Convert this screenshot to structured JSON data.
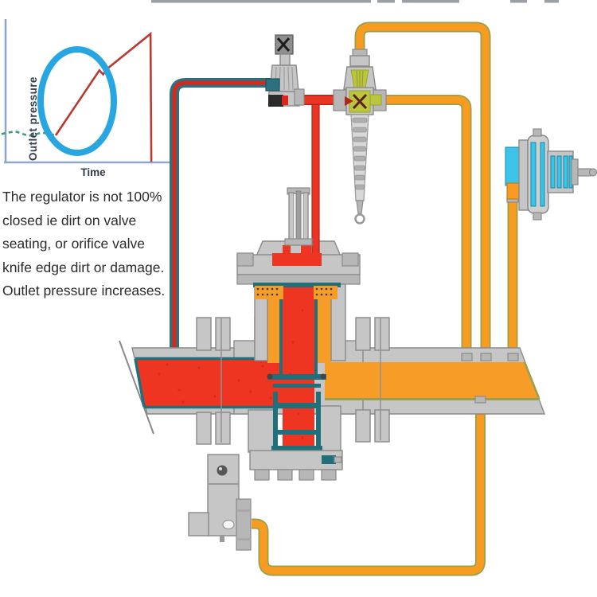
{
  "chart": {
    "ylabel": "Outlet pressure",
    "xlabel": "Time"
  },
  "caption": {
    "lines": [
      "The regulator is not 100%",
      "closed ie dirt on valve",
      "seating, or orifice valve",
      "knife edge dirt or damage.",
      "Outlet pressure increases."
    ]
  },
  "chart_data": {
    "type": "line",
    "title": "",
    "xlabel": "Time",
    "ylabel": "Outlet pressure",
    "x_unit": "relative 0-100 (axis unlabeled)",
    "y_unit": "relative 0-100 (axis unlabeled)",
    "axes": {
      "grid": false,
      "x_ticks": [],
      "y_ticks": []
    },
    "series": [
      {
        "name": "normal outlet pressure (before fault)",
        "style": "dashed",
        "color": "#3f9a82",
        "x": [
          0,
          9,
          18,
          27,
          36
        ],
        "y": [
          21,
          23,
          19.5,
          22,
          20
        ]
      },
      {
        "name": "outlet pressure rising - regulator not fully closed",
        "style": "solid",
        "color": "#b93a31",
        "x": [
          36,
          65,
          67.5,
          70,
          99,
          99.5
        ],
        "y": [
          20,
          68,
          65,
          69,
          95,
          0.5
        ]
      }
    ],
    "annotations": [
      {
        "type": "ellipse",
        "color": "#27a6e2",
        "cx": 50,
        "cy": 45,
        "rx": 24,
        "ry": 38,
        "label": "highlight of rising outlet pressure"
      }
    ],
    "legend": "none"
  },
  "colors": {
    "pipe_teal": "#2b7180",
    "pipe_red_core": "#d8281c",
    "pipe_red": "#ea3524",
    "pipe_red_dark": "#b3261c",
    "pipe_orange": "#f79c20",
    "pipe_orange_edge": "#98a04e",
    "flow_red": "#ee3522",
    "flow_orange": "#f89c28",
    "metal_grey": "#c6c6c6",
    "metal_grey_dark": "#8a8a8a",
    "pilot_green": "#bcc63c",
    "valve_cyan": "#3cc4e8",
    "seat_teal": "#20707c",
    "highlight_blue": "#27a6e2",
    "chart_red": "#b93a31",
    "chart_teal": "#3f9a82",
    "axis_blue": "#8fa7c8",
    "text_dark": "#2b2b2b"
  }
}
